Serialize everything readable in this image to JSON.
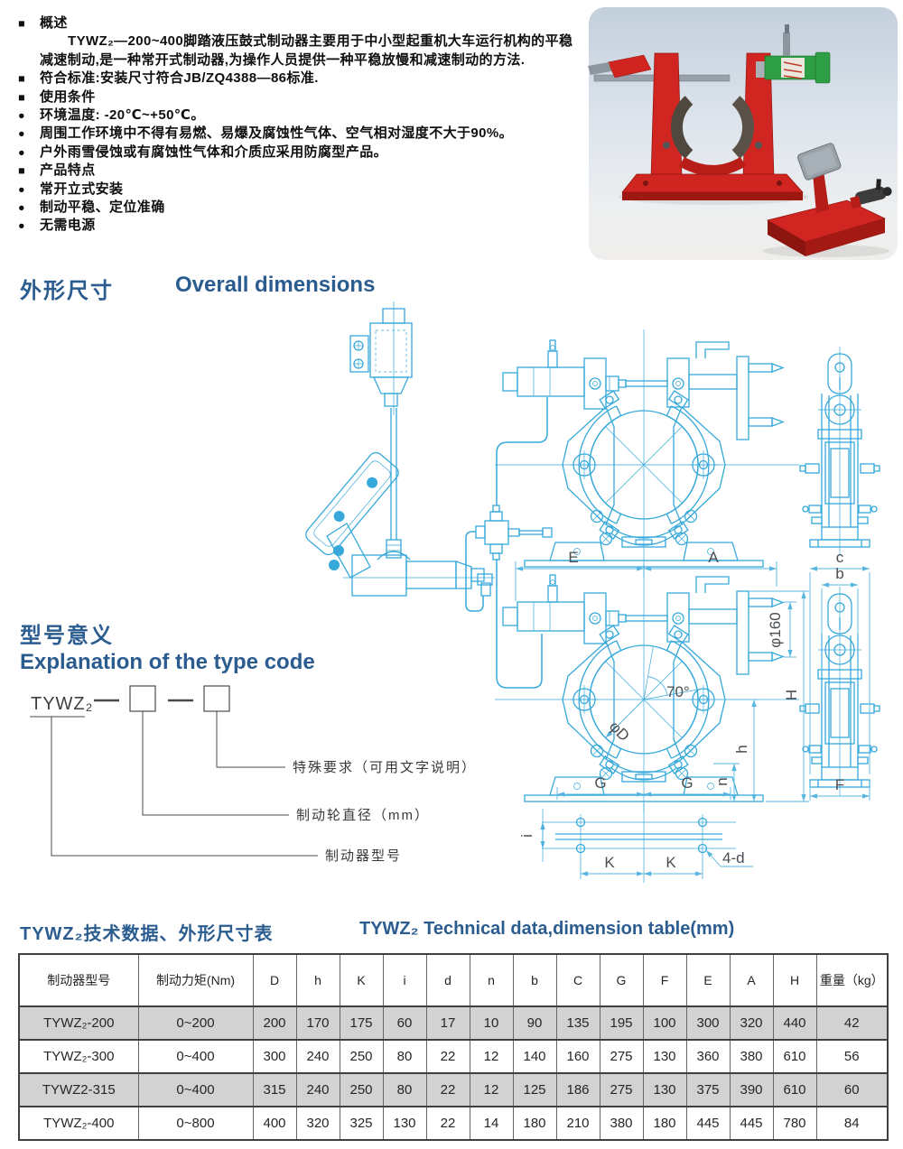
{
  "colors": {
    "heading_blue": "#2b5c8f",
    "drawing_cyan": "#36a9da",
    "table_row_gray": "#d2d2d2",
    "photo_red": "#cf2420",
    "photo_green": "#2d9e44"
  },
  "intro": {
    "items": [
      {
        "marker": "■",
        "text": "概述",
        "cls": ""
      },
      {
        "marker": "",
        "text": "TYWZ₂—200~400脚踏液压鼓式制动器主要用于中小型起重机大车运行机构的平稳",
        "cls": "p1"
      },
      {
        "marker": "",
        "text": "减速制动,是一种常开式制动器,为操作人员提供一种平稳放慢和减速制动的方法.",
        "cls": ""
      },
      {
        "marker": "■",
        "text": "符合标准:安装尺寸符合JB/ZQ4388—86标准.",
        "cls": ""
      },
      {
        "marker": "■",
        "text": "使用条件",
        "cls": ""
      },
      {
        "marker": "●",
        "text": "环境温度: -20℃~+50℃。",
        "cls": ""
      },
      {
        "marker": "●",
        "text": "周围工作环境中不得有易燃、易爆及腐蚀性气体、空气相对湿度不大于90%。",
        "cls": ""
      },
      {
        "marker": "●",
        "text": "户外雨雪侵蚀或有腐蚀性气体和介质应采用防腐型产品。",
        "cls": ""
      },
      {
        "marker": "■",
        "text": "产品特点",
        "cls": ""
      },
      {
        "marker": "●",
        "text": "常开立式安装",
        "cls": ""
      },
      {
        "marker": "●",
        "text": "制动平稳、定位准确",
        "cls": ""
      },
      {
        "marker": "●",
        "text": "无需电源",
        "cls": ""
      }
    ]
  },
  "headings": {
    "dimensions_zh": "外形尺寸",
    "dimensions_en": "Overall dimensions",
    "typecode_zh": "型号意义",
    "typecode_en": "Explanation of the type code",
    "table_zh": "TYWZ₂技术数据、外形尺寸表",
    "table_en": "TYWZ₂ Technical data,dimension table(mm)"
  },
  "typecode": {
    "model": "TYWZ₂",
    "labels": [
      "特殊要求（可用文字说明）",
      "制动轮直径（mm）",
      "制动器型号"
    ]
  },
  "drawing": {
    "labels": {
      "E": "E",
      "A": "A",
      "phi160": "φ160",
      "H": "H",
      "deg70": "70°",
      "phiD": "φD",
      "h": "h",
      "n": "n",
      "G": "G",
      "K": "K",
      "four_d": "4-d",
      "i": "i",
      "c": "c",
      "b": "b",
      "F": "F"
    }
  },
  "table": {
    "columns": [
      "制动器型号",
      "制动力矩(Nm)",
      "D",
      "h",
      "K",
      "i",
      "d",
      "n",
      "b",
      "C",
      "G",
      "F",
      "E",
      "A",
      "H",
      "重量（kg）"
    ],
    "rows": [
      [
        "TYWZ₂-200",
        "0~200",
        "200",
        "170",
        "175",
        "60",
        "17",
        "10",
        "90",
        "135",
        "195",
        "100",
        "300",
        "320",
        "440",
        "42"
      ],
      [
        "TYWZ₂-300",
        "0~400",
        "300",
        "240",
        "250",
        "80",
        "22",
        "12",
        "140",
        "160",
        "275",
        "130",
        "360",
        "380",
        "610",
        "56"
      ],
      [
        "TYWZ2-315",
        "0~400",
        "315",
        "240",
        "250",
        "80",
        "22",
        "12",
        "125",
        "186",
        "275",
        "130",
        "375",
        "390",
        "610",
        "60"
      ],
      [
        "TYWZ₂-400",
        "0~800",
        "400",
        "320",
        "325",
        "130",
        "22",
        "14",
        "180",
        "210",
        "380",
        "180",
        "445",
        "445",
        "780",
        "84"
      ]
    ]
  }
}
